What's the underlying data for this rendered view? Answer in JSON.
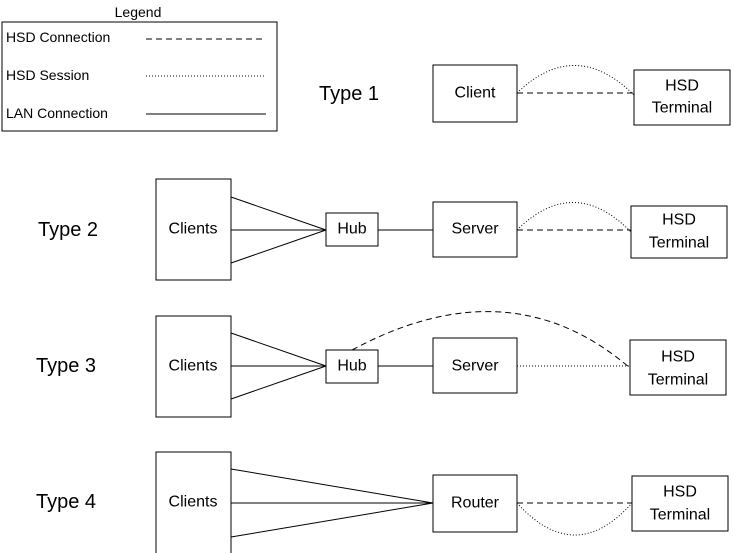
{
  "legend": {
    "title": "Legend",
    "items": [
      {
        "label": "HSD Connection",
        "style": "dashed"
      },
      {
        "label": "HSD Session",
        "style": "dotted"
      },
      {
        "label": "LAN Connection",
        "style": "solid"
      }
    ]
  },
  "types": [
    {
      "label": "Type 1",
      "nodes": [
        "Client",
        "HSD Terminal"
      ]
    },
    {
      "label": "Type 2",
      "nodes": [
        "Clients",
        "Hub",
        "Server",
        "HSD Terminal"
      ]
    },
    {
      "label": "Type 3",
      "nodes": [
        "Clients",
        "Hub",
        "Server",
        "HSD Terminal"
      ]
    },
    {
      "label": "Type 4",
      "nodes": [
        "Clients",
        "Router",
        "HSD Terminal"
      ]
    }
  ],
  "labels": {
    "client": "Client",
    "clients": "Clients",
    "hub": "Hub",
    "server": "Server",
    "router": "Router",
    "terminal_line1": "HSD",
    "terminal_line2": "Terminal"
  },
  "colors": {
    "line": "#000000",
    "background": "#ffffff"
  }
}
